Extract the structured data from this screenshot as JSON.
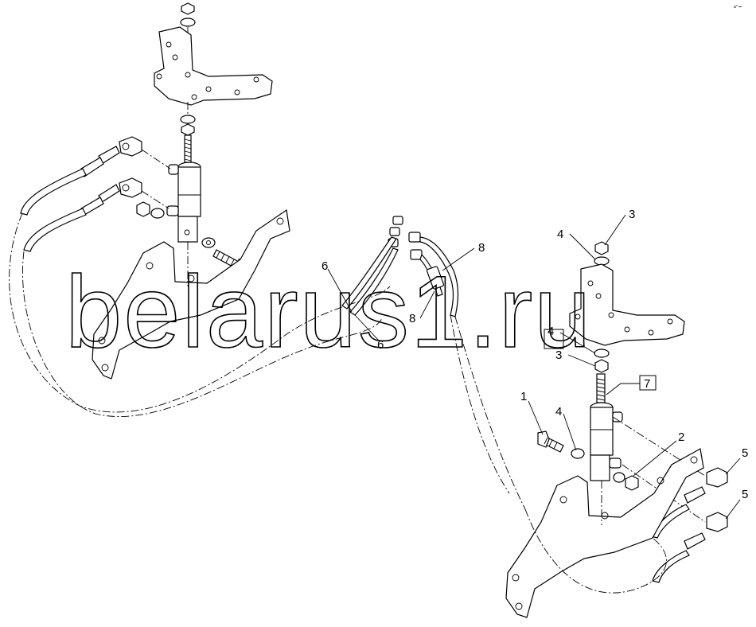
{
  "watermark": "belarus1.ru",
  "corner_mark": "a° ▪▪",
  "callouts": [
    "1",
    "2",
    "3",
    "4",
    "5",
    "6",
    "7",
    "8"
  ],
  "colors": {
    "line": "#000000",
    "background": "#ffffff"
  }
}
